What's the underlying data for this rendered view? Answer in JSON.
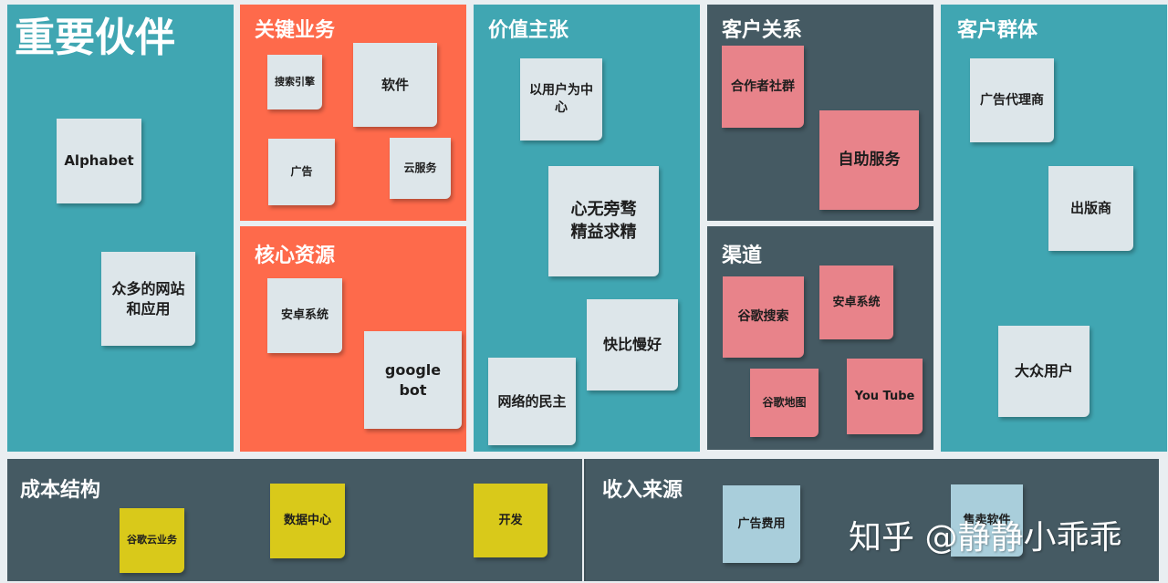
{
  "sections": {
    "partners": "重要伙伴",
    "activities": "关键业务",
    "resources": "核心资源",
    "value": "价值主张",
    "relations": "客户关系",
    "channels": "渠道",
    "segments": "客户群体",
    "costs": "成本结构",
    "revenue": "收入来源"
  },
  "notes": {
    "alphabet": "Alphabet",
    "many_sites": "众多的网站\n和应用",
    "search_engine": "搜索引擎",
    "software": "软件",
    "ads": "广告",
    "cloud": "云服务",
    "android_res": "安卓系统",
    "googlebot": "google\n   bot",
    "user_centric": "以用户为中\n心",
    "focus": "心无旁骛\n   精益求精",
    "fast": "快比慢好",
    "democracy": "网络的民主",
    "community": "合作者社群",
    "self_service": "自助服务",
    "google_search": "谷歌搜索",
    "android_ch": "安卓系统",
    "google_maps": "谷歌地图",
    "youtube": "You Tube",
    "ad_agencies": "广告代理商",
    "publishers": "出版商",
    "mass_users": "大众用户",
    "cloud_business": "谷歌云业务",
    "data_center": "数据中心",
    "development": "开发",
    "ad_fees": "广告费用",
    "software_sales": "售卖软件"
  },
  "watermark": "知乎 @静静小乖乖",
  "colors": {
    "teal": "#40a6b2",
    "orange": "#fe6a4b",
    "slate": "#455a63",
    "note_white": "#dde6ea",
    "note_pink": "#e8838a",
    "note_yellow": "#d9c91a",
    "note_blue": "#a9cedb"
  }
}
